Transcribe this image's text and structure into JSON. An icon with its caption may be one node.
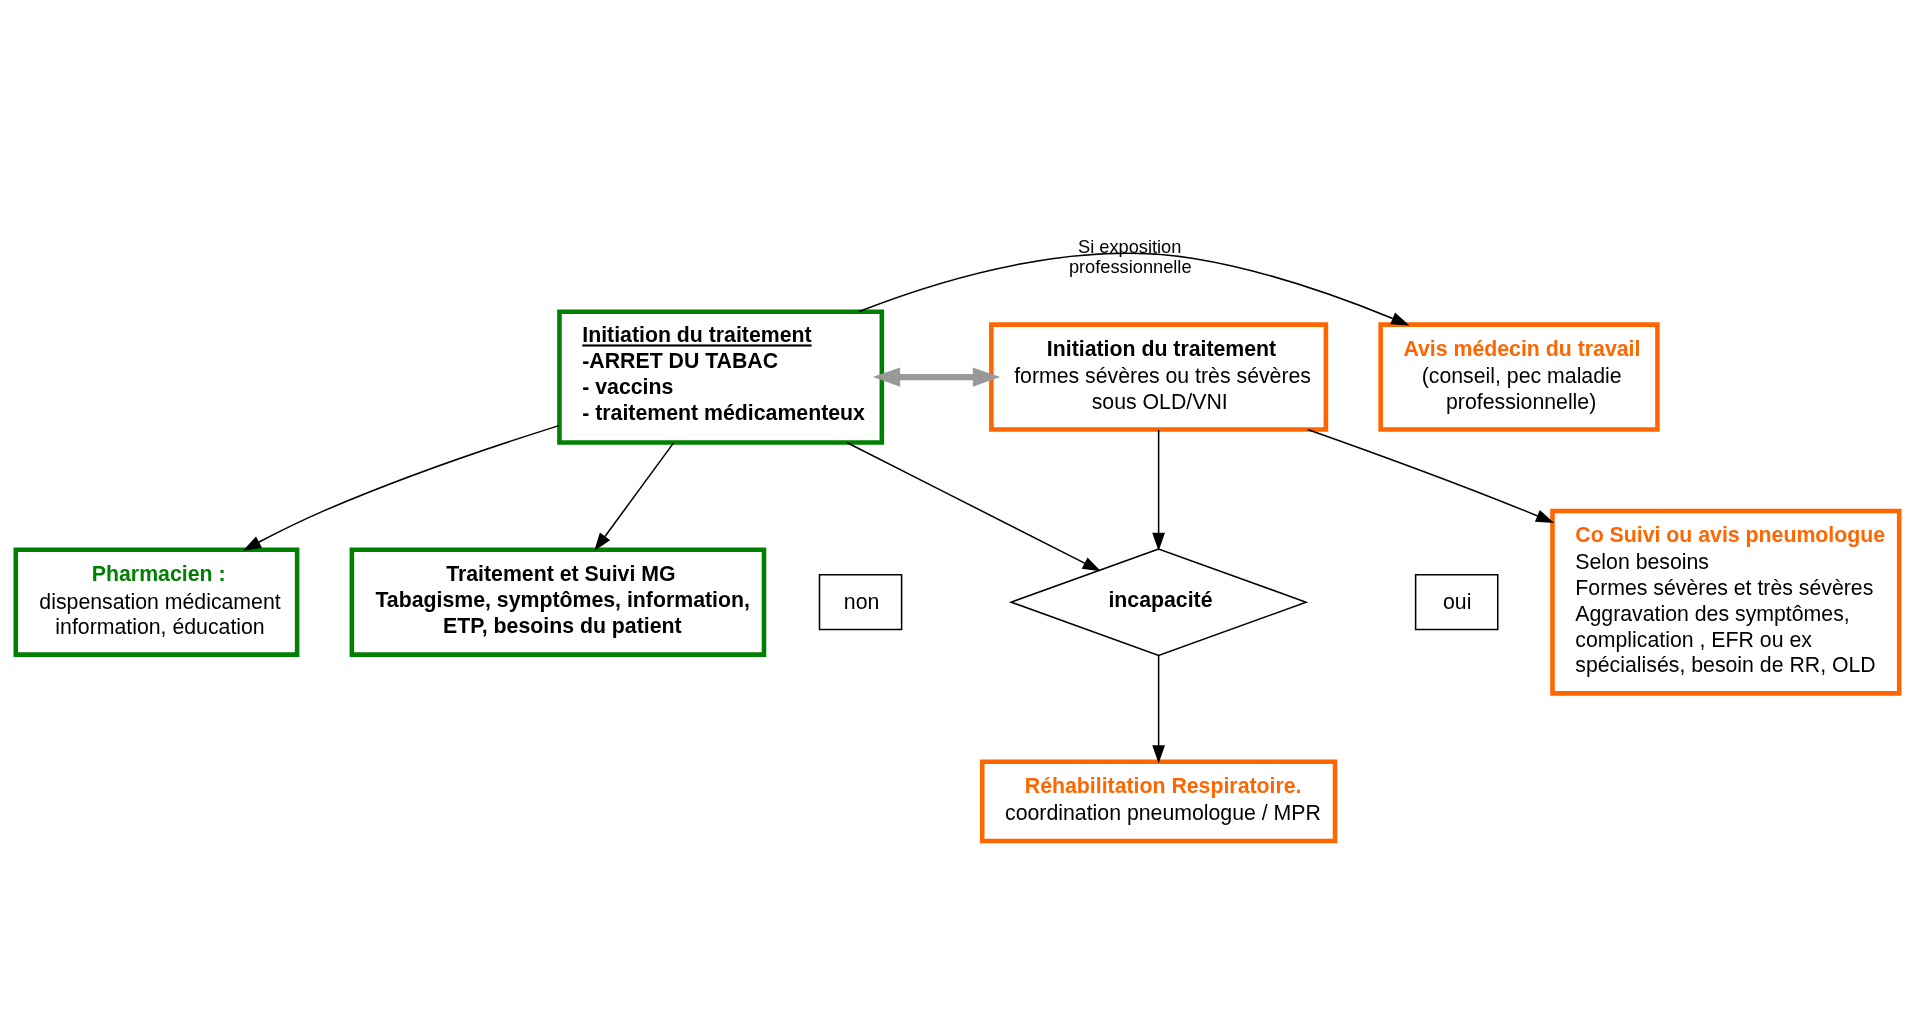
{
  "diagram": {
    "nodes": [
      {
        "text": [
          "Avis médecin du travail",
          "(conseil, pec maladie professionnelle)"
        ]
      },
      {
        "text": [
          "Initiation du traitement",
          "-ARRET DU TABAC",
          "- vaccins",
          "- traitement médicamenteux"
        ]
      },
      {
        "text": [
          "Pharmacien :",
          "dispensation médicament information, éducation"
        ]
      },
      {
        "text": [
          "Initiation du traitement",
          "formes sévères ou très sévères sous OLD/VNI"
        ]
      },
      {
        "text": [
          "non"
        ]
      },
      {
        "text": [
          "incapacité"
        ]
      },
      {
        "text": [
          "oui"
        ]
      },
      {
        "text": [
          "Réhabilitation Respiratoire.",
          "coordination pneumologue / MPR"
        ]
      },
      {
        "text": [
          "Traitement et Suivi MG",
          "Tabagisme, symptômes, information, ETP, besoins du patient"
        ]
      },
      {
        "text": [
          "Co Suivi ou avis pneumologue",
          "Selon besoins",
          "Formes sévères et très sévères",
          "Aggravation des symptômes, complication , EFR ou ex spécialisés, besoin de RR, OLD"
        ]
      }
    ],
    "edges": [
      {
        "from": 1,
        "to": 0,
        "arrow": "to",
        "label": "Si exposition professionnelle"
      },
      {
        "from": 1,
        "to": 2,
        "arrow": "to"
      },
      {
        "from": 1,
        "to": 3,
        "arrow": "both",
        "style": "thick",
        "color": "#999999"
      },
      {
        "from": 1,
        "to": 5,
        "arrow": "to"
      },
      {
        "from": 3,
        "to": 5,
        "arrow": "to"
      },
      {
        "from": 5,
        "to": 7,
        "arrow": "to"
      },
      {
        "from": 1,
        "to": 8,
        "arrow": "to"
      },
      {
        "from": 3,
        "to": 9,
        "arrow": "to"
      }
    ]
  }
}
